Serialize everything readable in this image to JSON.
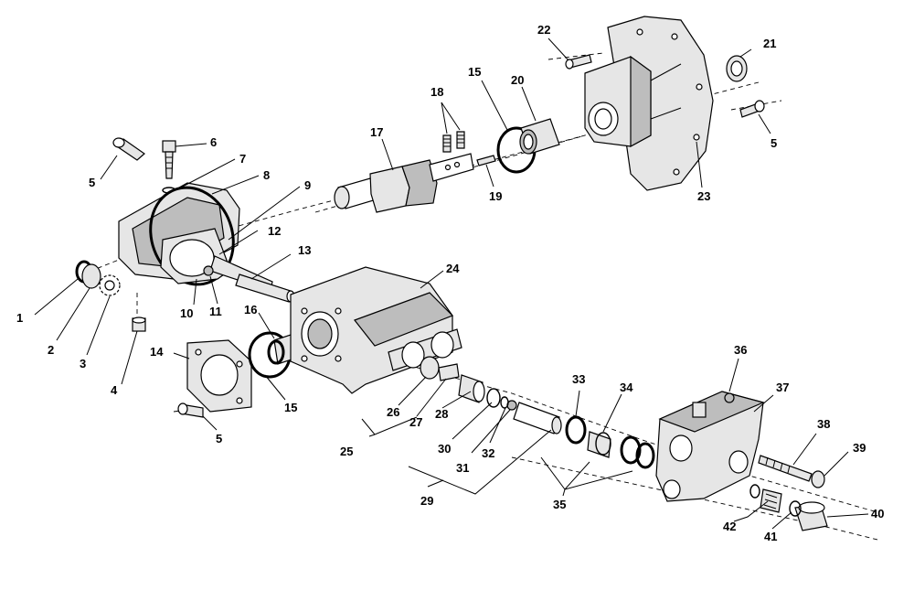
{
  "callouts": {
    "c1": "1",
    "c2": "2",
    "c3": "3",
    "c4": "4",
    "c5a": "5",
    "c5b": "5",
    "c5c": "5",
    "c6": "6",
    "c7": "7",
    "c8": "8",
    "c9": "9",
    "c10": "10",
    "c11": "11",
    "c12": "12",
    "c13": "13",
    "c14": "14",
    "c15a": "15",
    "c15b": "15",
    "c16": "16",
    "c17": "17",
    "c18": "18",
    "c19": "19",
    "c20": "20",
    "c21": "21",
    "c22": "22",
    "c23": "23",
    "c24": "24",
    "c25": "25",
    "c26": "26",
    "c27": "27",
    "c28": "28",
    "c29": "29",
    "c30": "30",
    "c31": "31",
    "c32": "32",
    "c33": "33",
    "c34": "34",
    "c35": "35",
    "c36": "36",
    "c37": "37",
    "c38": "38",
    "c39": "39",
    "c40": "40",
    "c41": "41",
    "c42": "42"
  }
}
